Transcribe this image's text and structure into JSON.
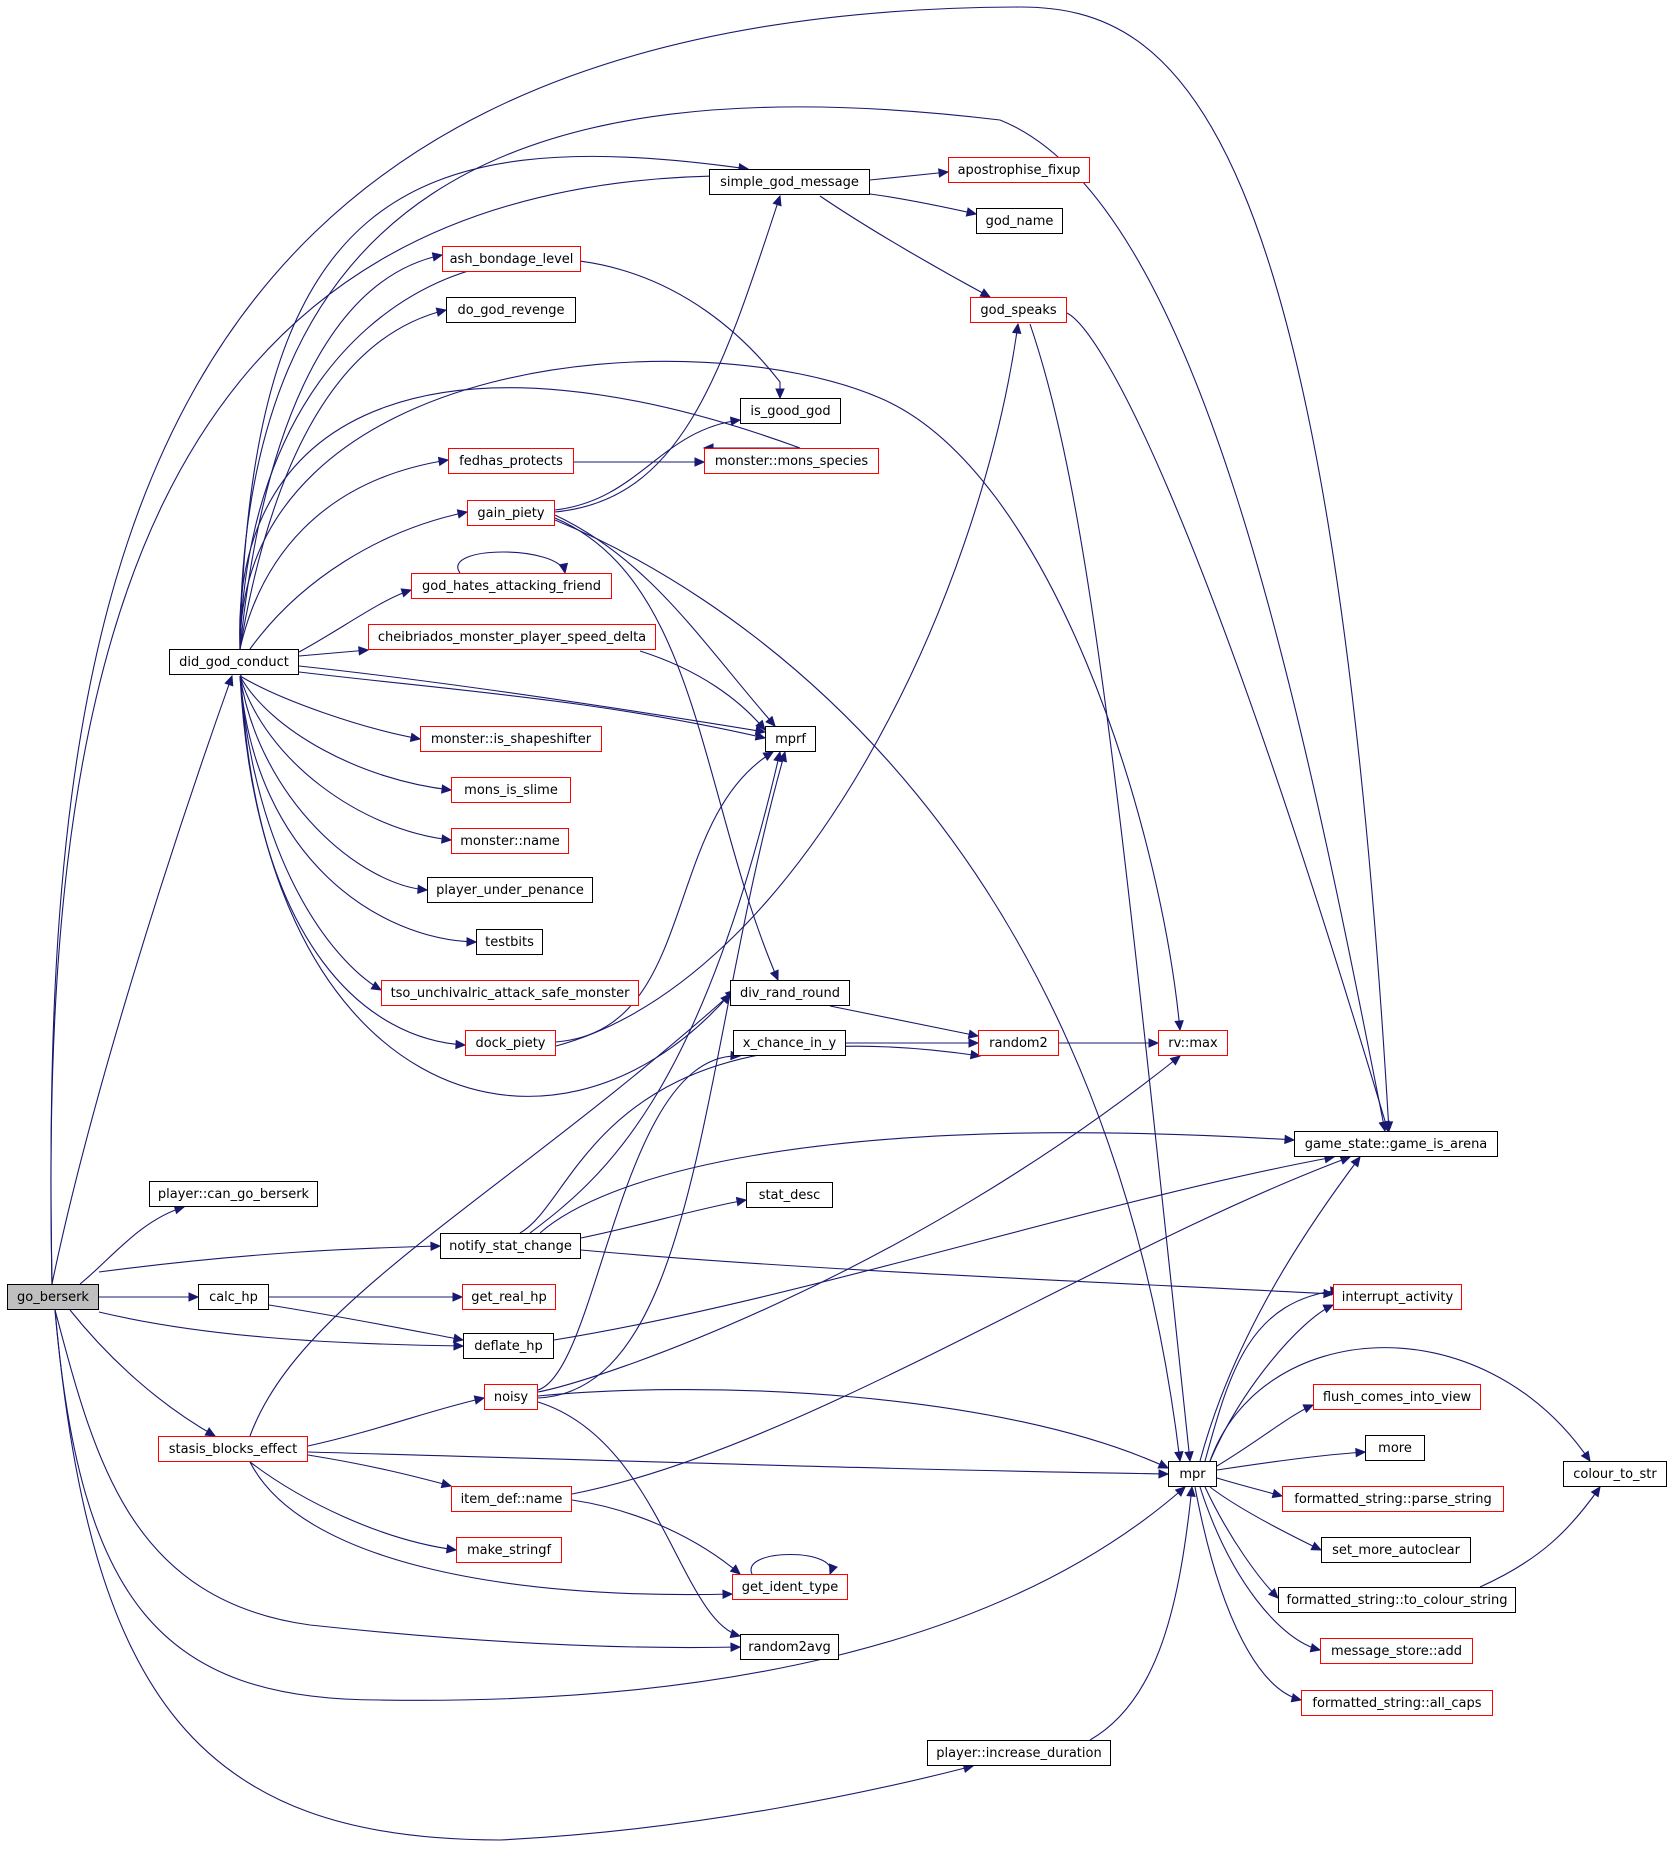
{
  "colors": {
    "edge": "#191970",
    "normal_border": "#000000",
    "external_border": "#ff0000",
    "root_fill": "#bfbfbf"
  },
  "nodes": {
    "go_berserk": "go_berserk",
    "did_god_conduct": "did_god_conduct",
    "player_can_go_berserk": "player::can_go_berserk",
    "notify_stat_change": "notify_stat_change",
    "calc_hp": "calc_hp",
    "deflate_hp": "deflate_hp",
    "stasis_blocks_effect": "stasis_blocks_effect",
    "simple_god_message": "simple_god_message",
    "apostrophise_fixup": "apostrophise_fixup",
    "god_name": "god_name",
    "god_speaks": "god_speaks",
    "ash_bondage_level": "ash_bondage_level",
    "do_god_revenge": "do_god_revenge",
    "is_good_god": "is_good_god",
    "fedhas_protects": "fedhas_protects",
    "monster_mons_species": "monster::mons_species",
    "gain_piety": "gain_piety",
    "god_hates_attacking_friend": "god_hates_attacking_friend",
    "cheibriados_speed_delta": "cheibriados_monster_player_speed_delta",
    "monster_is_shapeshifter": "monster::is_shapeshifter",
    "mprf": "mprf",
    "mons_is_slime": "mons_is_slime",
    "monster_name": "monster::name",
    "player_under_penance": "player_under_penance",
    "testbits": "testbits",
    "tso_unchivalric": "tso_unchivalric_attack_safe_monster",
    "div_rand_round": "div_rand_round",
    "dock_piety": "dock_piety",
    "x_chance_in_y": "x_chance_in_y",
    "random2": "random2",
    "rv_max": "rv::max",
    "game_is_arena": "game_state::game_is_arena",
    "stat_desc": "stat_desc",
    "get_real_hp": "get_real_hp",
    "interrupt_activity": "interrupt_activity",
    "noisy": "noisy",
    "flush_comes_into_view": "flush_comes_into_view",
    "more": "more",
    "mpr": "mpr",
    "colour_to_str": "colour_to_str",
    "parse_string": "formatted_string::parse_string",
    "item_def_name": "item_def::name",
    "set_more_autoclear": "set_more_autoclear",
    "make_stringf": "make_stringf",
    "get_ident_type": "get_ident_type",
    "to_colour_string": "formatted_string::to_colour_string",
    "message_store_add": "message_store::add",
    "random2avg": "random2avg",
    "all_caps": "formatted_string::all_caps",
    "increase_duration": "player::increase_duration"
  }
}
